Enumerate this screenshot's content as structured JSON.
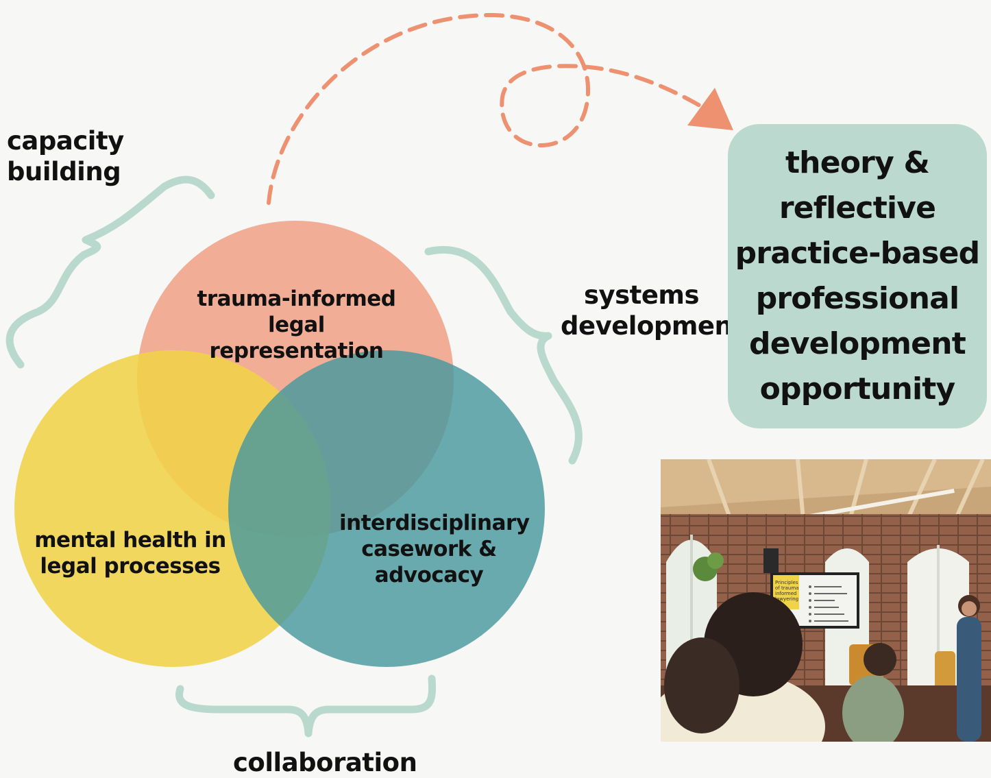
{
  "labels": {
    "capacity_building": "capacity\nbuilding",
    "systems_development": "systems\ndevelopment",
    "collaboration": "collaboration"
  },
  "circles": {
    "top": "trauma-informed legal\nrepresentation",
    "left": "mental health in\nlegal processes",
    "right": "interdisciplinary\ncasework &\nadvocacy"
  },
  "box": {
    "text": "theory &\nreflective\npractice-based\nprofessional\ndevelopment\nopportunity"
  },
  "photo": {
    "screen_text": "Principles\nof trauma\ninformed\nlawyering"
  },
  "colors": {
    "salmon": "#f0aa92",
    "yellow": "#f0d349",
    "teal": "#48999d",
    "brace": "#b9d9cf",
    "arrow": "#ee9170",
    "box": "#bcd9cf"
  }
}
